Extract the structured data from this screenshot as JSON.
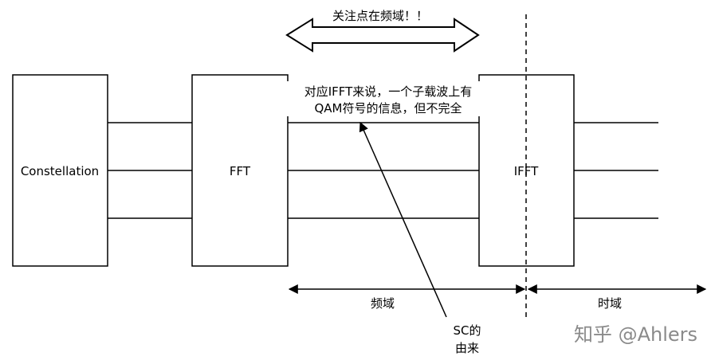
{
  "blocks": {
    "constellation": "Constellation",
    "fft": "FFT",
    "ifft": "IFFT"
  },
  "annotations": {
    "focus": "关注点在频域！！",
    "note_line1": "对应IFFT来说，一个子载波上有",
    "note_line2": "QAM符号的信息，但不完全",
    "sc_line1": "SC的",
    "sc_line2": "由来"
  },
  "domains": {
    "freq": "频域",
    "time": "时域"
  },
  "watermark": "知乎 @Ahlers",
  "colors": {
    "stroke": "#000000",
    "background": "#ffffff",
    "watermark": "#8a8a8a"
  }
}
